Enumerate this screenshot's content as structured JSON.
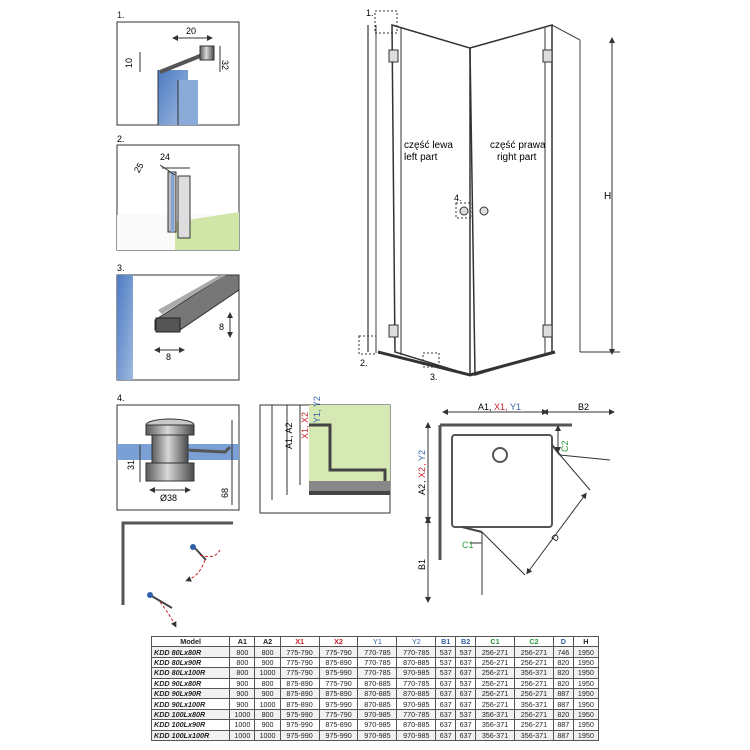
{
  "panels": {
    "p1": {
      "num": "1.",
      "dim_w": "20",
      "dim_h1": "10",
      "dim_h2": "32"
    },
    "p2": {
      "num": "2.",
      "dim_a": "25",
      "dim_b": "24"
    },
    "p3": {
      "num": "3.",
      "dim_w": "8",
      "dim_h": "8"
    },
    "p4": {
      "num": "4.",
      "dim_h": "31",
      "dim_dia": "Ø38",
      "dim_total": "68"
    }
  },
  "elevation": {
    "callouts": [
      "1.",
      "2.",
      "3.",
      "4."
    ],
    "left_label_pl": "część lewa",
    "left_label_en": "left part",
    "right_label_pl": "część prawa",
    "right_label_en": "right part",
    "height_label": "H"
  },
  "section": {
    "label_a": "A1, A2",
    "label_x": "X1, X2",
    "label_y": "Y1, Y2"
  },
  "plan": {
    "top_a": "A1",
    "top_x": "X1",
    "top_y": "Y1",
    "top_b": "B2",
    "left_a": "A2",
    "left_x": "X2",
    "left_y": "Y2",
    "left_b": "B1",
    "c1": "C1",
    "c2": "C2",
    "d": "D",
    "comma": ","
  },
  "colors": {
    "red": "#c8202a",
    "blue": "#2f5fa8",
    "green": "#2c9a3a",
    "glass": "#6f93c8",
    "wall_green": "#d6e8b4"
  },
  "table": {
    "headers": [
      "Model",
      "A1",
      "A2",
      "X1",
      "X2",
      "Y1",
      "Y2",
      "B1",
      "B2",
      "C1",
      "C2",
      "D",
      "H"
    ],
    "rows": [
      [
        "KDD 80Lx80R",
        "800",
        "800",
        "775-790",
        "775-790",
        "770-785",
        "770-785",
        "537",
        "537",
        "256-271",
        "256-271",
        "746",
        "1950"
      ],
      [
        "KDD 80Lx90R",
        "800",
        "900",
        "775-790",
        "875-890",
        "770-785",
        "870-885",
        "537",
        "637",
        "256-271",
        "256-271",
        "820",
        "1950"
      ],
      [
        "KDD 80Lx100R",
        "800",
        "1000",
        "775-790",
        "975-990",
        "770-785",
        "970-985",
        "537",
        "637",
        "256-271",
        "356-371",
        "820",
        "1950"
      ],
      [
        "KDD 90Lx80R",
        "900",
        "800",
        "875-890",
        "775-790",
        "870-885",
        "770-785",
        "637",
        "537",
        "256-271",
        "256-271",
        "820",
        "1950"
      ],
      [
        "KDD 90Lx90R",
        "900",
        "900",
        "875-890",
        "875-890",
        "870-885",
        "870-885",
        "637",
        "637",
        "256-271",
        "256-271",
        "887",
        "1950"
      ],
      [
        "KDD 90Lx100R",
        "900",
        "1000",
        "875-890",
        "975-990",
        "870-885",
        "970-985",
        "637",
        "637",
        "256-271",
        "356-371",
        "887",
        "1950"
      ],
      [
        "KDD 100Lx80R",
        "1000",
        "800",
        "975-990",
        "775-790",
        "970-985",
        "770-785",
        "637",
        "537",
        "356-371",
        "256-271",
        "820",
        "1950"
      ],
      [
        "KDD 100Lx90R",
        "1000",
        "900",
        "975-990",
        "875-890",
        "970-985",
        "870-885",
        "637",
        "637",
        "356-371",
        "256-271",
        "887",
        "1950"
      ],
      [
        "KDD 100Lx100R",
        "1000",
        "1000",
        "975-990",
        "975-990",
        "970-985",
        "970-985",
        "637",
        "637",
        "356-371",
        "356-371",
        "887",
        "1950"
      ]
    ]
  }
}
